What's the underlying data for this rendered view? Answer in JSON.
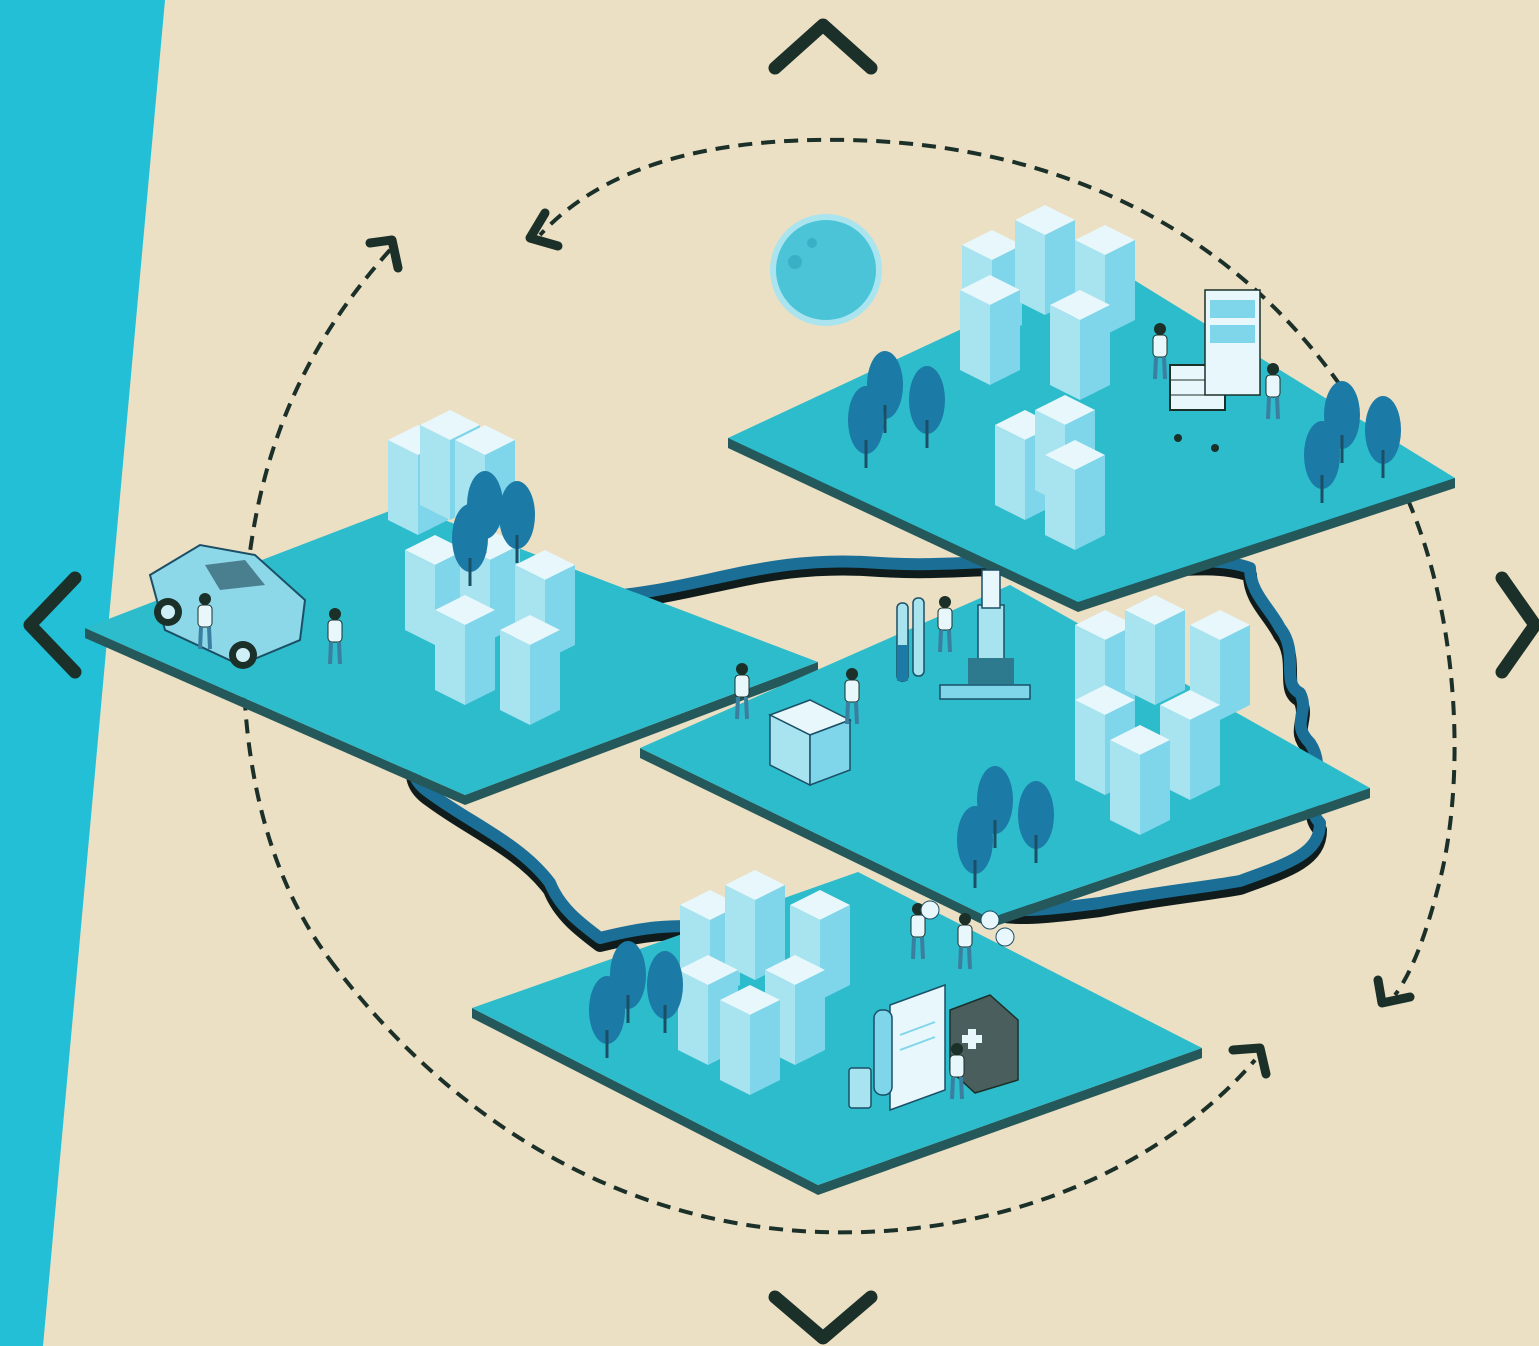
{
  "colors": {
    "background": "#ebdfc4",
    "side_panel": "#22bfd6",
    "platform_top": "#2dbccb",
    "platform_edge": "#24585a",
    "river": "#1b6f96",
    "river_shadow": "#101c1c",
    "building": "#7fd6ea",
    "building_light": "#e8f7fb",
    "tree": "#1b7aa6",
    "arrow": "#1b3029",
    "sun": "#4bc4d8"
  },
  "navigation": {
    "up_icon": "chevron-up-icon",
    "down_icon": "chevron-down-icon",
    "left_icon": "chevron-left-icon",
    "right_icon": "chevron-right-icon"
  },
  "scenes": [
    {
      "id": "car-wash",
      "icon": "car-wash-icon"
    },
    {
      "id": "retail-store",
      "icon": "shopping-cart-icon"
    },
    {
      "id": "laboratory-logistics",
      "icon": "microscope-icon"
    },
    {
      "id": "healthcare",
      "icon": "medical-kit-icon"
    }
  ]
}
